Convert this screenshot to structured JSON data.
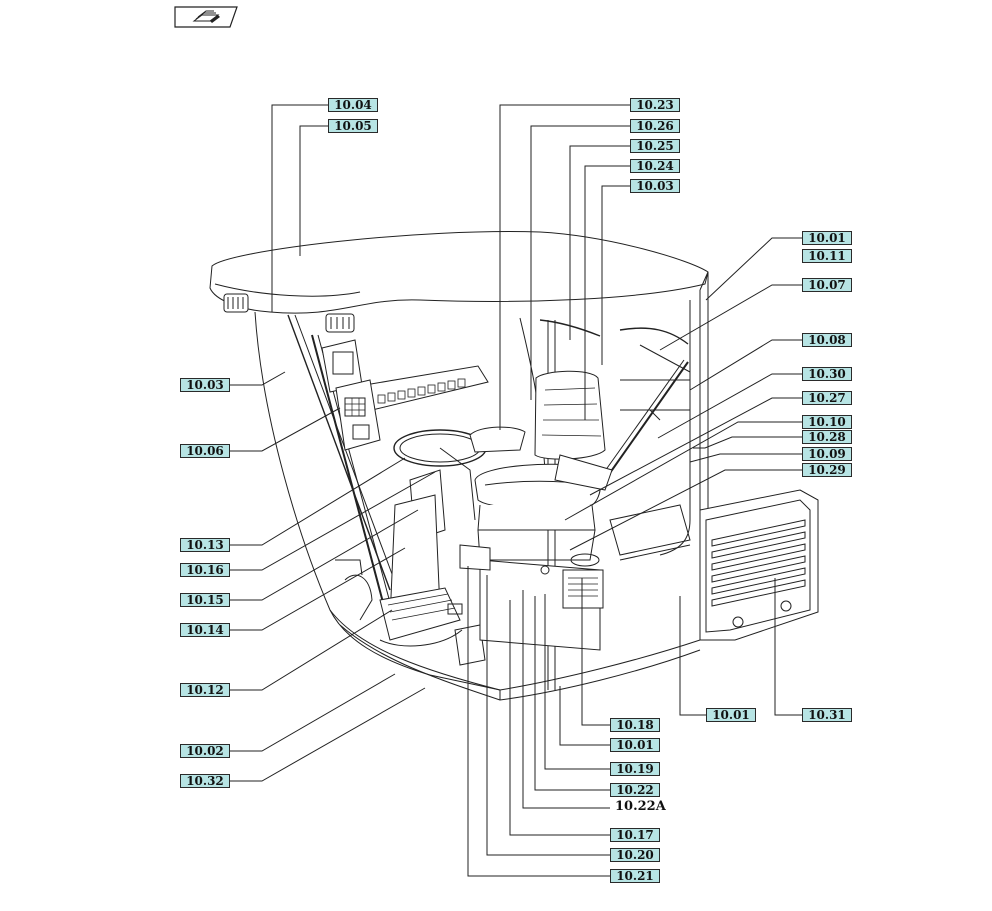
{
  "icon": {
    "name": "book-icon"
  },
  "diagram": {
    "subject": "operator cab",
    "callouts": {
      "l_1004": "10.04",
      "l_1005": "10.05",
      "l_1023": "10.23",
      "l_1026": "10.26",
      "l_1025": "10.25",
      "l_1024": "10.24",
      "l_1003_top": "10.03",
      "l_1001_top": "10.01",
      "l_1011": "10.11",
      "l_1007": "10.07",
      "l_1008": "10.08",
      "l_1030": "10.30",
      "l_1027": "10.27",
      "l_1010": "10.10",
      "l_1028": "10.28",
      "l_1009": "10.09",
      "l_1029": "10.29",
      "l_1003_left": "10.03",
      "l_1006": "10.06",
      "l_1013": "10.13",
      "l_1016": "10.16",
      "l_1015": "10.15",
      "l_1014": "10.14",
      "l_1012": "10.12",
      "l_1002": "10.02",
      "l_1032": "10.32",
      "l_1018": "10.18",
      "l_1001_bottom": "10.01",
      "l_1019": "10.19",
      "l_1022": "10.22",
      "l_1022a": "10.22A",
      "l_1017": "10.17",
      "l_1020": "10.20",
      "l_1021": "10.21",
      "l_1001_right": "10.01",
      "l_1031": "10.31"
    },
    "line_color": "#222222",
    "label_fill": "#b7e4e4"
  }
}
